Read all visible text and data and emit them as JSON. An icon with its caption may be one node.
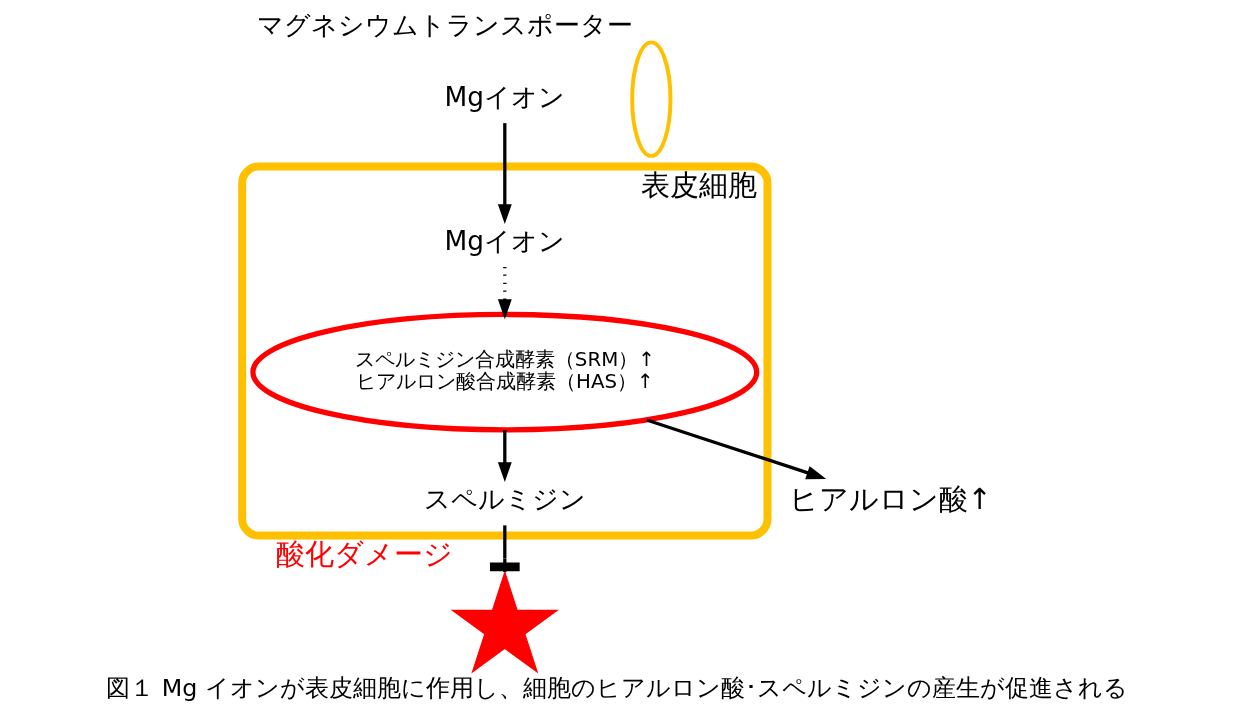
{
  "diagram": {
    "caption": "図１ Mg イオンが表皮細胞に作用し、細胞のヒアルロン酸･スペルミジンの産生が促進される",
    "nodes": [
      {
        "text": [
          "Mgイオン"
        ]
      },
      {
        "text": [],
        "shape": "ellipse",
        "beside": [
          "マグネシウムトランスポーター"
        ]
      },
      {
        "text": [],
        "shape": "star",
        "beside": [
          "酸化ダメージ"
        ]
      },
      {
        "text": [
          "表皮細胞"
        ]
      },
      {
        "text": [
          "スペルミジン"
        ],
        "in": 3
      },
      {
        "text": [
          "Mgイオン"
        ],
        "in": 3
      },
      {
        "text": [
          "スペルミジン合成酵素（SRM）↑",
          "ヒアルロン酸合成酵素（HAS）↑"
        ],
        "in": 3
      },
      {
        "text": [
          "ヒアルロン酸↑"
        ]
      }
    ],
    "edges": [
      {
        "from": 0,
        "to": 5,
        "arrow": "to"
      },
      {
        "from": 5,
        "to": 6,
        "arrow": "to",
        "style": "dashed"
      },
      {
        "from": 6,
        "to": 4,
        "arrow": "to"
      },
      {
        "from": 4,
        "to": 2,
        "arrow": "other"
      },
      {
        "from": 6,
        "to": 7,
        "arrow": "to"
      }
    ]
  }
}
